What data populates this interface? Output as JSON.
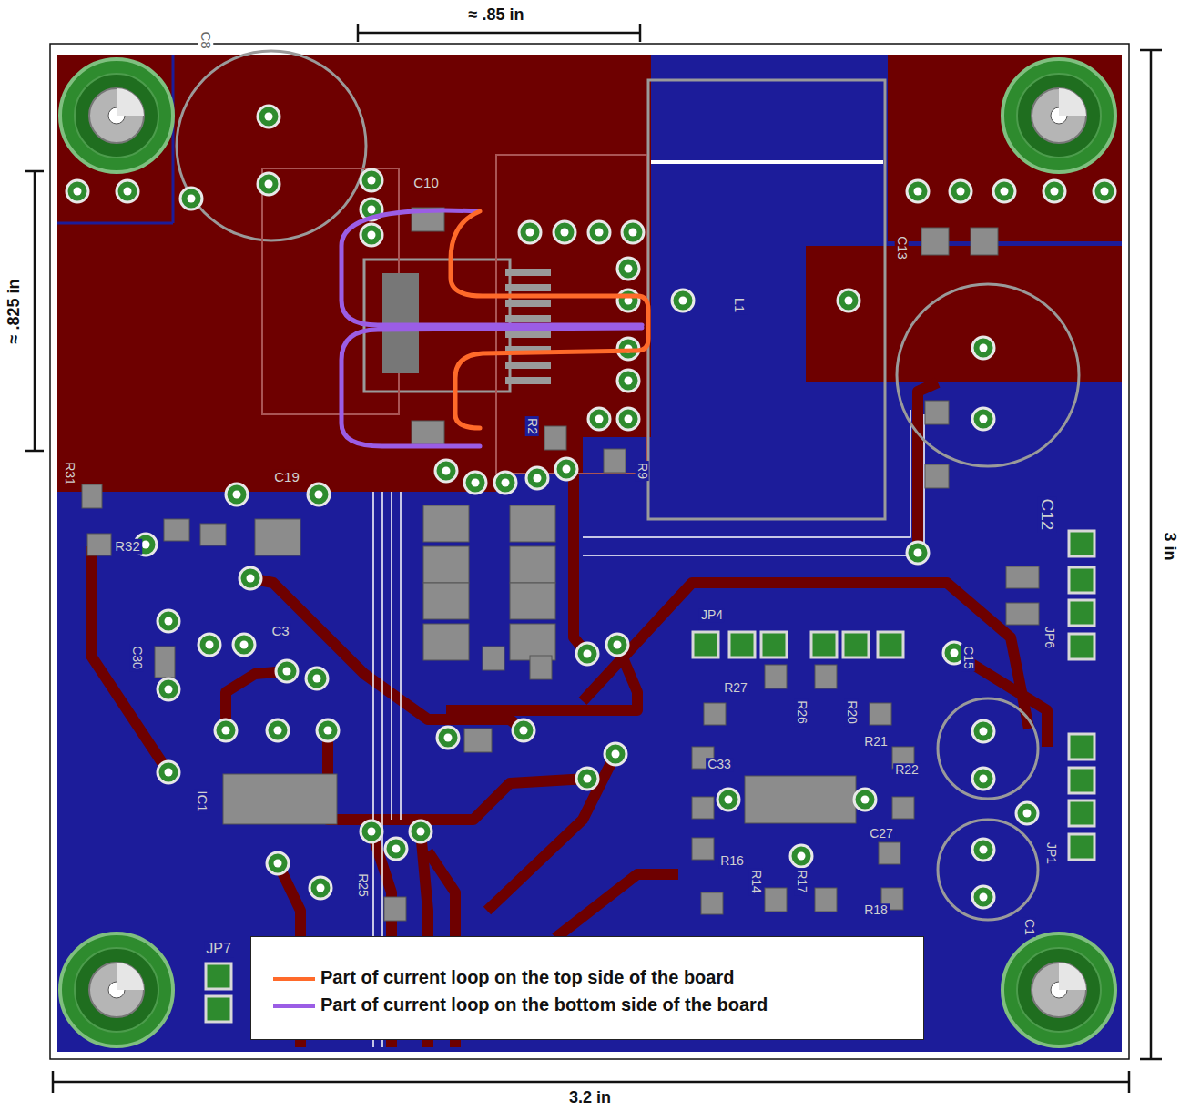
{
  "diagram": {
    "labels": [
      "≈ .85 in",
      "≈ .825 in",
      "3 in",
      "3.2 in",
      "C8",
      "C10",
      "L1",
      "C12",
      "C13",
      "R2",
      "R9",
      "R31",
      "R32",
      "C19",
      "C30",
      "C3",
      "IC1",
      "R25",
      "JP4",
      "JP6",
      "JP7",
      "R27",
      "R26",
      "R20",
      "R21",
      "R22",
      "C33",
      "C15",
      "R16",
      "R14",
      "R17",
      "R18",
      "C27",
      "C1",
      "JP1"
    ],
    "legend": [
      {
        "text": "Part of current loop on the top side of the board"
      },
      {
        "text": "Part of current loop on the bottom side of the board"
      }
    ]
  }
}
